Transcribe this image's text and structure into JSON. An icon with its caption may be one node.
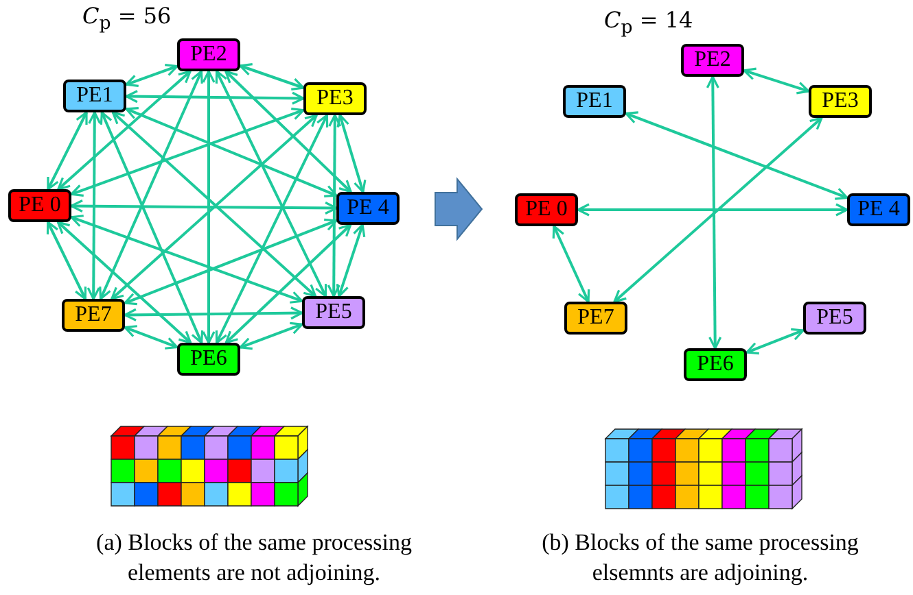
{
  "diagram": {
    "nodes": [
      {
        "text": [
          "PE 0"
        ]
      },
      {
        "text": [
          "PE1"
        ]
      },
      {
        "text": [
          "PE2"
        ]
      },
      {
        "text": [
          "PE3"
        ]
      },
      {
        "text": [
          "PE 4"
        ]
      },
      {
        "text": [
          "PE5"
        ]
      },
      {
        "text": [
          "PE6"
        ]
      },
      {
        "text": [
          "PE7"
        ]
      },
      {
        "text": [
          "PE 0"
        ]
      },
      {
        "text": [
          "PE1"
        ]
      },
      {
        "text": [
          "PE2"
        ]
      },
      {
        "text": [
          "PE3"
        ]
      },
      {
        "text": [
          "PE 4"
        ]
      },
      {
        "text": [
          "PE5"
        ]
      },
      {
        "text": [
          "PE6"
        ]
      },
      {
        "text": [
          "PE7"
        ]
      }
    ],
    "edges": [
      {
        "from": 0,
        "to": 1,
        "arrow": "both"
      },
      {
        "from": 0,
        "to": 2,
        "arrow": "both"
      },
      {
        "from": 0,
        "to": 3,
        "arrow": "both"
      },
      {
        "from": 0,
        "to": 4,
        "arrow": "both"
      },
      {
        "from": 0,
        "to": 5,
        "arrow": "both"
      },
      {
        "from": 0,
        "to": 6,
        "arrow": "both"
      },
      {
        "from": 0,
        "to": 7,
        "arrow": "both"
      },
      {
        "from": 1,
        "to": 2,
        "arrow": "both"
      },
      {
        "from": 1,
        "to": 3,
        "arrow": "both"
      },
      {
        "from": 1,
        "to": 4,
        "arrow": "both"
      },
      {
        "from": 1,
        "to": 5,
        "arrow": "both"
      },
      {
        "from": 1,
        "to": 6,
        "arrow": "both"
      },
      {
        "from": 1,
        "to": 7,
        "arrow": "both"
      },
      {
        "from": 2,
        "to": 3,
        "arrow": "both"
      },
      {
        "from": 2,
        "to": 4,
        "arrow": "both"
      },
      {
        "from": 2,
        "to": 5,
        "arrow": "both"
      },
      {
        "from": 2,
        "to": 6,
        "arrow": "both"
      },
      {
        "from": 2,
        "to": 7,
        "arrow": "both"
      },
      {
        "from": 3,
        "to": 4,
        "arrow": "both"
      },
      {
        "from": 3,
        "to": 5,
        "arrow": "both"
      },
      {
        "from": 3,
        "to": 6,
        "arrow": "both"
      },
      {
        "from": 3,
        "to": 7,
        "arrow": "both"
      },
      {
        "from": 4,
        "to": 5,
        "arrow": "both"
      },
      {
        "from": 4,
        "to": 6,
        "arrow": "both"
      },
      {
        "from": 4,
        "to": 7,
        "arrow": "both"
      },
      {
        "from": 5,
        "to": 6,
        "arrow": "both"
      },
      {
        "from": 5,
        "to": 7,
        "arrow": "both"
      },
      {
        "from": 6,
        "to": 7,
        "arrow": "both"
      },
      {
        "from": 10,
        "to": 11,
        "arrow": "both"
      },
      {
        "from": 10,
        "to": 14,
        "arrow": "both"
      },
      {
        "from": 9,
        "to": 12,
        "arrow": "both"
      },
      {
        "from": 11,
        "to": 15,
        "arrow": "both"
      },
      {
        "from": 8,
        "to": 12,
        "arrow": "both"
      },
      {
        "from": 8,
        "to": 15,
        "arrow": "both"
      },
      {
        "from": 14,
        "to": 13,
        "arrow": "both"
      },
      {
        "from": 4,
        "to": 8,
        "arrow": "to",
        "style": "thick",
        "color": "#5b8fc9"
      }
    ],
    "labels": [
      "*C*$_{p}$ = 56",
      "*C*$_{p}$ = 14",
      "(a) Blocks of the same processing elements are not adjoining.",
      "(b) Blocks of the same processing elsemnts are adjoining."
    ]
  }
}
